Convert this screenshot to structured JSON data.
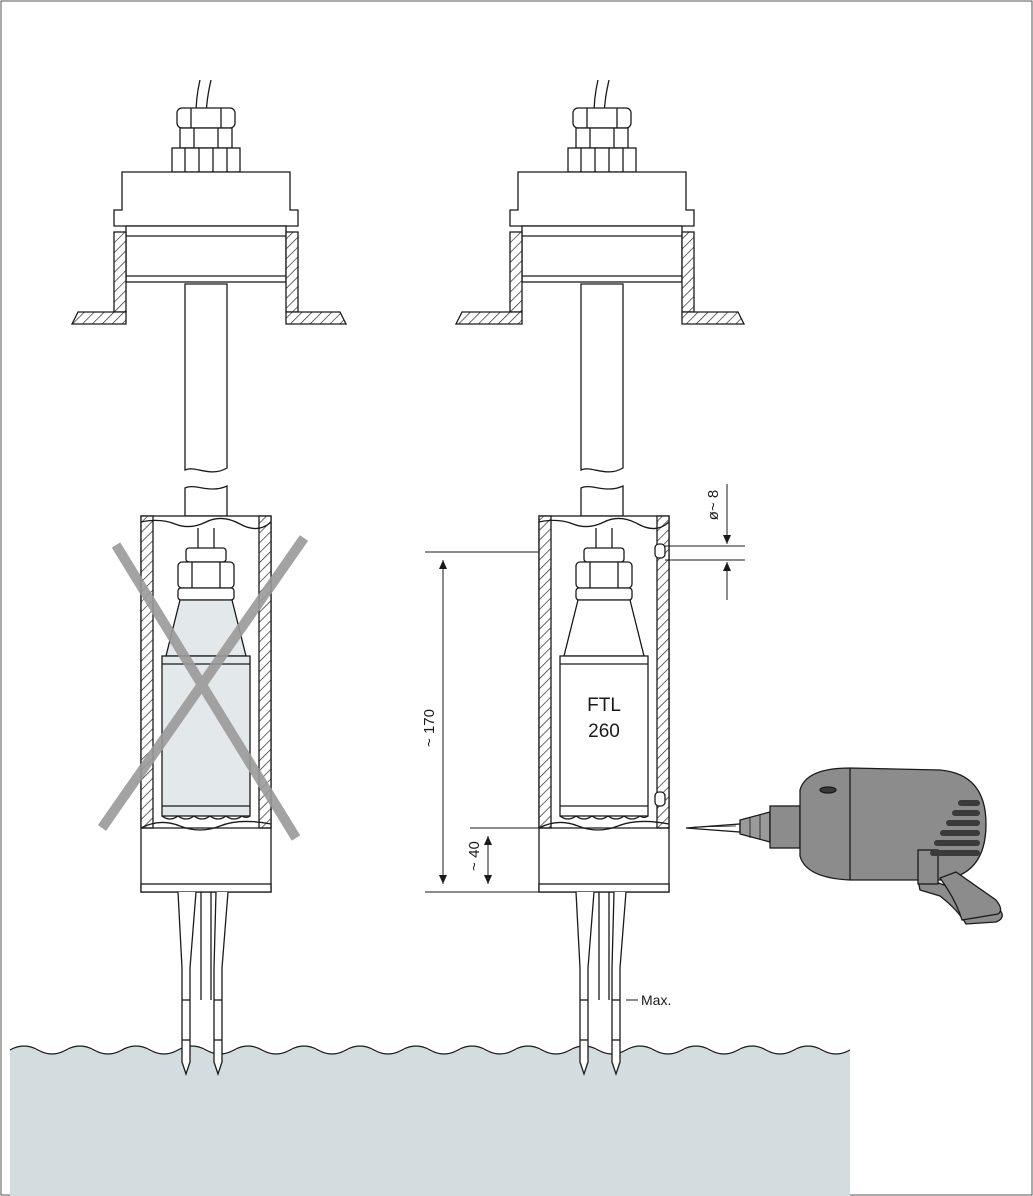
{
  "labels": {
    "model_line1": "FTL",
    "model_line2": "260",
    "dim_total": "~ 170",
    "dim_lower": "~ 40",
    "dim_hole": "ø~ 8",
    "max_level": "Max."
  },
  "colors": {
    "line": "#1a1a1a",
    "liquid": "#d3dcdf",
    "cross": "#9a9a9a",
    "drill_body": "#8c8c8c",
    "drill_dark": "#3a3a3a",
    "sensor_fill_wrong": "#e3e8ea"
  },
  "icons": {
    "wrong_cross": "x-cross-icon",
    "drill": "power-drill-icon"
  }
}
